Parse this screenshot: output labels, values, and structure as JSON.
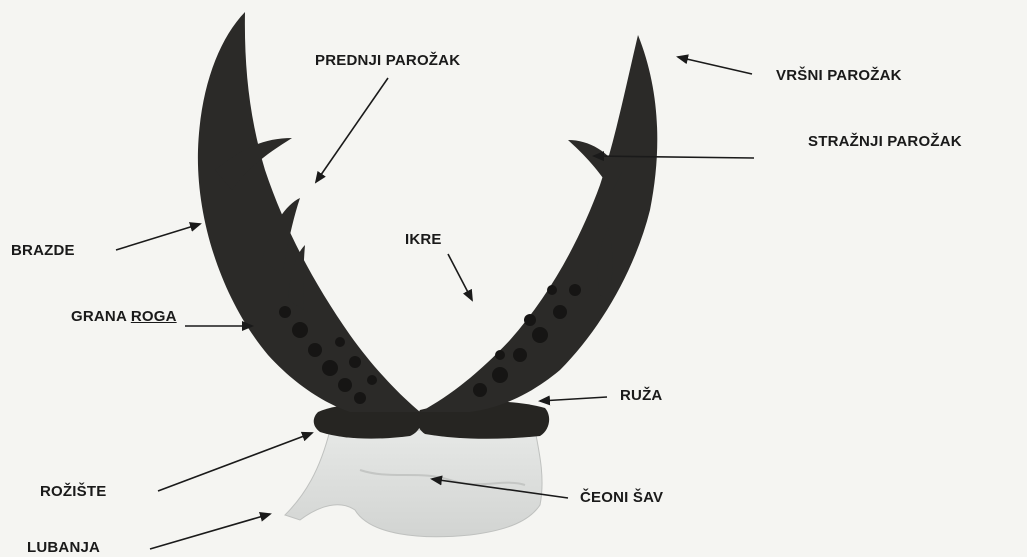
{
  "labels": {
    "prednji_parozak": "PREDNJI PAROŽAK",
    "vrsni_parozak": "VRŠNI PAROŽAK",
    "straznji_parozak": "STRAŽNJI PAROŽAK",
    "brazde": "BRAZDE",
    "ikre": "IKRE",
    "grana_roga_part1": "GRANA",
    "grana_roga_part2": "ROGA",
    "ruza": "RUŽA",
    "rogiste": "ROŽIŠTE",
    "ceoni_sav": "ČEONI ŠAV",
    "lubanja": "LUBANJA"
  },
  "colors": {
    "antler": "#2b2a28",
    "antler_dark": "#161514",
    "skull": "#dcdedc",
    "arrow": "#1a1a1a",
    "background": "#f5f5f2"
  }
}
